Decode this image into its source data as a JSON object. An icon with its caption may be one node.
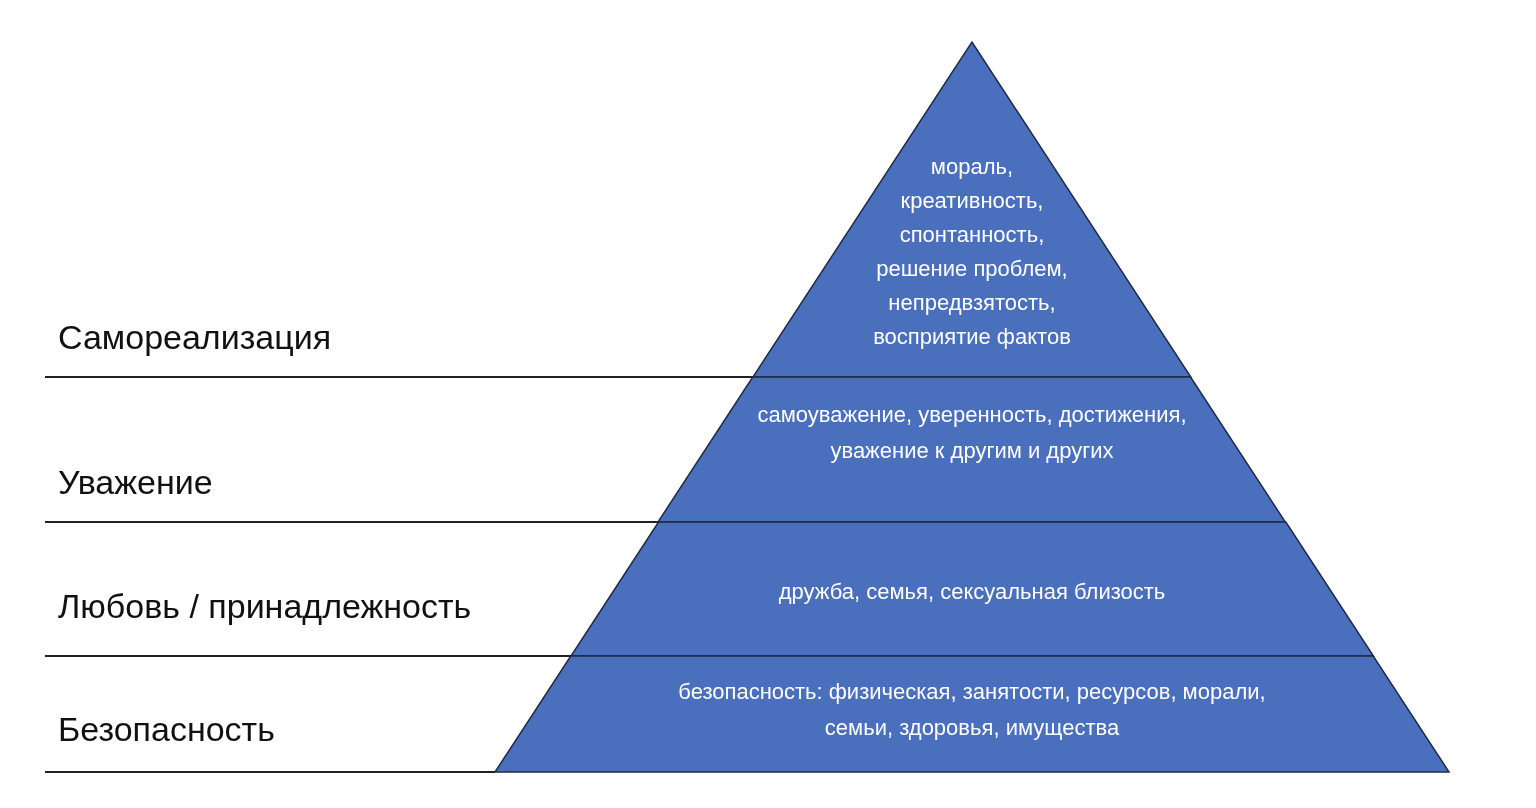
{
  "diagram": {
    "nodes": [
      {
        "text": [
          "мораль, креативность, спонтанность, решение проблем, непредвзятость, восприятие фактов"
        ]
      },
      {
        "text": [
          "самоуважение, уверенность, достижения, уважение к другим и других"
        ]
      },
      {
        "text": [
          "дружба, семья, сексуальная близость"
        ]
      },
      {
        "text": [
          "безопасность: физическая, занятости, ресурсов, морали, семьи, здоровья, имущества"
        ]
      }
    ],
    "labels": [
      "Самореализация",
      "Уважение",
      "Любовь / принадлежность",
      "Безопасность"
    ]
  }
}
